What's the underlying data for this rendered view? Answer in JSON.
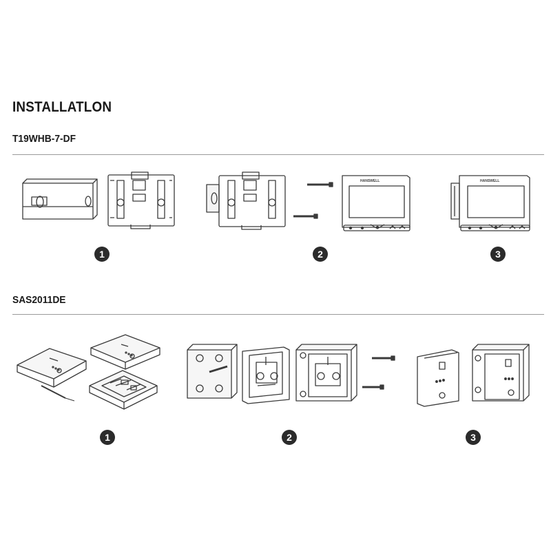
{
  "page": {
    "title": "INSTALLATLON"
  },
  "sections": [
    {
      "model": "T19WHB-7-DF",
      "steps": [
        "1",
        "2",
        "3"
      ]
    },
    {
      "model": "SAS2011DE",
      "steps": [
        "1",
        "2",
        "3"
      ]
    }
  ],
  "colors": {
    "line": "#3a3a3a",
    "rule": "#9a9a9a",
    "badge": "#2b2b2b"
  }
}
